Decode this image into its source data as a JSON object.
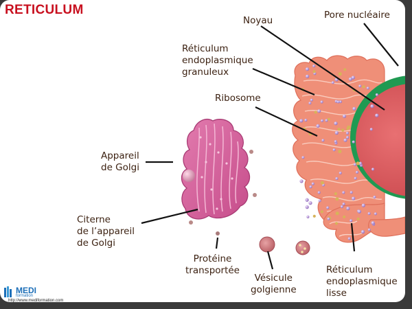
{
  "title": "RETICULUM",
  "labels": {
    "noyau": "Noyau",
    "pore": "Pore nucléaire",
    "reg": [
      "Réticulum",
      "endoplasmique",
      "granuleux"
    ],
    "ribosome": "Ribosome",
    "golgi": [
      "Appareil",
      "de Golgi"
    ],
    "citerne": [
      "Citerne",
      "de l’appareil",
      "de Golgi"
    ],
    "proteine": [
      "Protéine",
      "transportée"
    ],
    "vesicule": [
      "Vésicule",
      "golgienne"
    ],
    "rel": [
      "Réticulum",
      "endoplasmique",
      "lisse"
    ]
  },
  "logo": {
    "name": "MEDI",
    "tagline": "formation",
    "url": "http://www.mediformation.com"
  },
  "colors": {
    "title": "#c8101f",
    "nucleus": "#d9595d",
    "envelope": "#1f9a52",
    "reticulum": "#ef8f78",
    "golgi": "#d8609b",
    "ribosome": "#a98cc8"
  }
}
